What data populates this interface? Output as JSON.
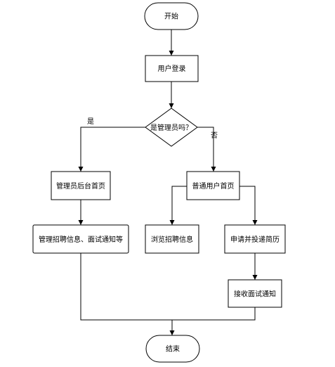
{
  "nodes": {
    "start": "开始",
    "login": "用户登录",
    "is_admin": "是管理员吗？",
    "admin_home": "管理员后台首页",
    "manage_info": "管理招聘信息、面试通知等",
    "user_home": "普通用户首页",
    "browse_jobs": "浏览招聘信息",
    "apply_resume": "申请并投递简历",
    "receive_notice": "接收面试通知",
    "end": "结束"
  },
  "edges": {
    "yes_label": "是",
    "no_label": "否"
  }
}
